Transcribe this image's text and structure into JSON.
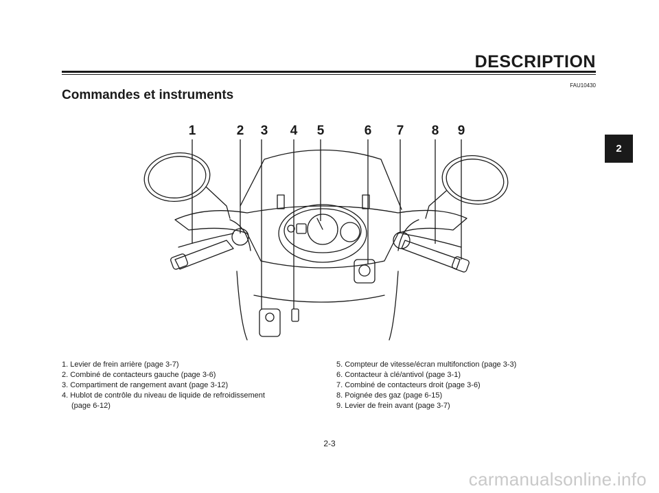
{
  "header": {
    "title": "DESCRIPTION",
    "ref_code": "FAU10430"
  },
  "section": {
    "title": "Commandes et instruments"
  },
  "chapter_tab": "2",
  "callouts": [
    "1",
    "2",
    "3",
    "4",
    "5",
    "6",
    "7",
    "8",
    "9"
  ],
  "legend": {
    "left": [
      "1. Levier de frein arrière (page 3-7)",
      "2. Combiné de contacteurs gauche (page 3-6)",
      "3. Compartiment de rangement avant (page 3-12)",
      "4. Hublot de contrôle du niveau de liquide de refroidissement",
      "(page 6-12)"
    ],
    "right": [
      "5. Compteur de vitesse/écran multifonction (page 3-3)",
      "6. Contacteur à clé/antivol (page 3-1)",
      "7. Combiné de contacteurs droit (page 3-6)",
      "8. Poignée des gaz (page 6-15)",
      "9. Levier de frein avant (page 3-7)"
    ]
  },
  "page_number": "2-3",
  "watermark": "carmanualsonline.info"
}
